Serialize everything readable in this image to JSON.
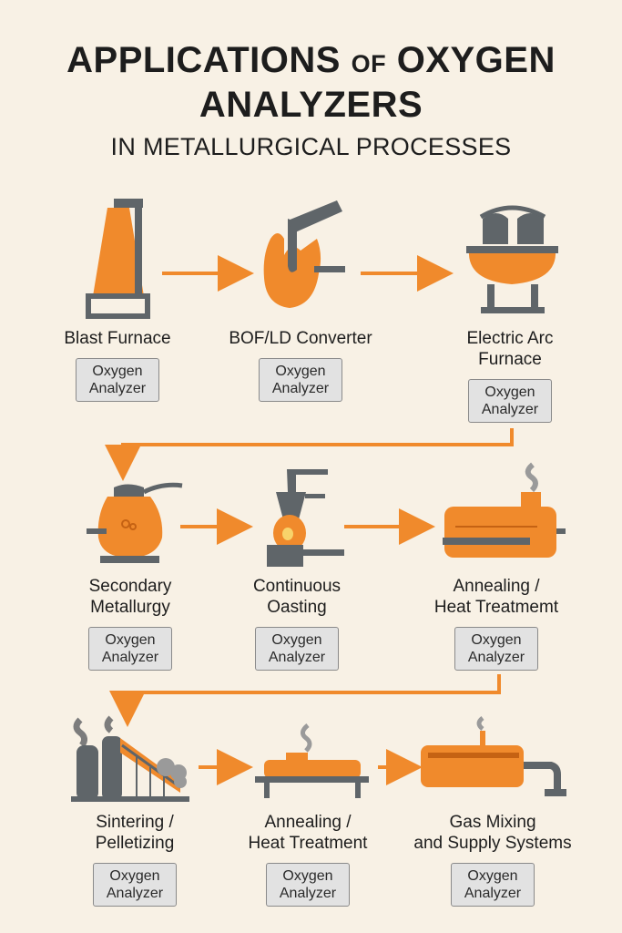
{
  "title": {
    "line1_part1": "APPLICATIONS",
    "line1_part2": "OF",
    "line1_part3": "OXYGEN",
    "line2": "ANALYZERS",
    "line3": "IN METALLURGICAL PROCESSES"
  },
  "stages": [
    {
      "label": [
        "Blast Furnace"
      ],
      "box": [
        "Oxygen",
        "Analyzer"
      ]
    },
    {
      "label": [
        "BOF/LD Converter"
      ],
      "box": [
        "Oxygen",
        "Analyzer"
      ]
    },
    {
      "label": [
        "Electric Arc",
        "Furnace"
      ],
      "box": [
        "Oxygen",
        "Analyzer"
      ]
    },
    {
      "label": [
        "Secondary",
        "Metallurgy"
      ],
      "box": [
        "Oxygen",
        "Analyzer"
      ]
    },
    {
      "label": [
        "Continuous",
        "Oasting"
      ],
      "box": [
        "Oxygen",
        "Analyzer"
      ]
    },
    {
      "label": [
        "Annealing /",
        "Heat Treatmemt"
      ],
      "box": [
        "Oxygen",
        "Analyzer"
      ]
    },
    {
      "label": [
        "Sintering /",
        "Pelletizing"
      ],
      "box": [
        "Oxygen",
        "Analyzer"
      ]
    },
    {
      "label": [
        "Annealing /",
        "Heat Treatment"
      ],
      "box": [
        "Oxygen",
        "Analyzer"
      ]
    },
    {
      "label": [
        "Gas Mixing",
        "and Supply Systems"
      ],
      "box": [
        "Oxygen",
        "Analyzer"
      ]
    }
  ],
  "colors": {
    "orange": "#f08a2c",
    "gray": "#5f6569",
    "background": "#f8f1e5",
    "box": "#e2e2e2"
  }
}
